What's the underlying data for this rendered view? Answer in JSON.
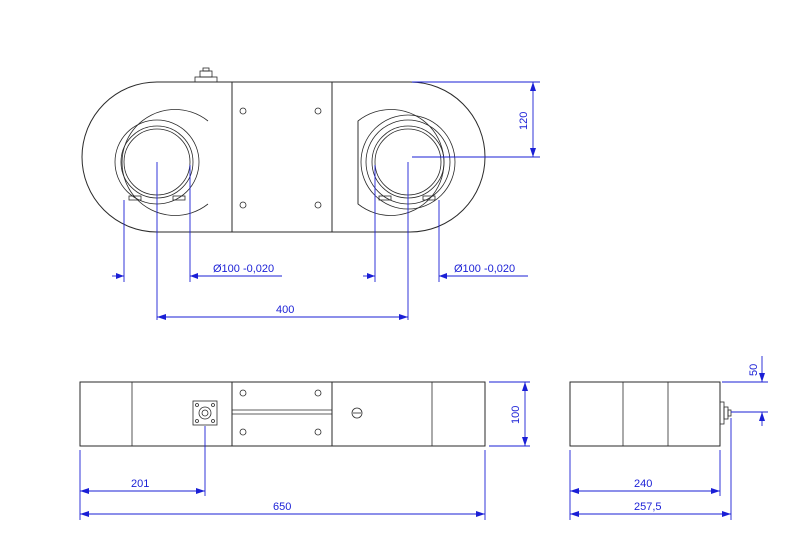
{
  "dimensions": {
    "bore_left": "Ø100  -0,020",
    "bore_right": "Ø100  -0,020",
    "center_distance": "400",
    "radius_height": "120",
    "offset_201": "201",
    "overall_length": "650",
    "side_height": "100",
    "connector_offset": "50",
    "depth": "240",
    "depth_with_connector": "257,5"
  },
  "colors": {
    "dimension_line": "#1a1fd6",
    "outline": "#2a2a2a"
  }
}
